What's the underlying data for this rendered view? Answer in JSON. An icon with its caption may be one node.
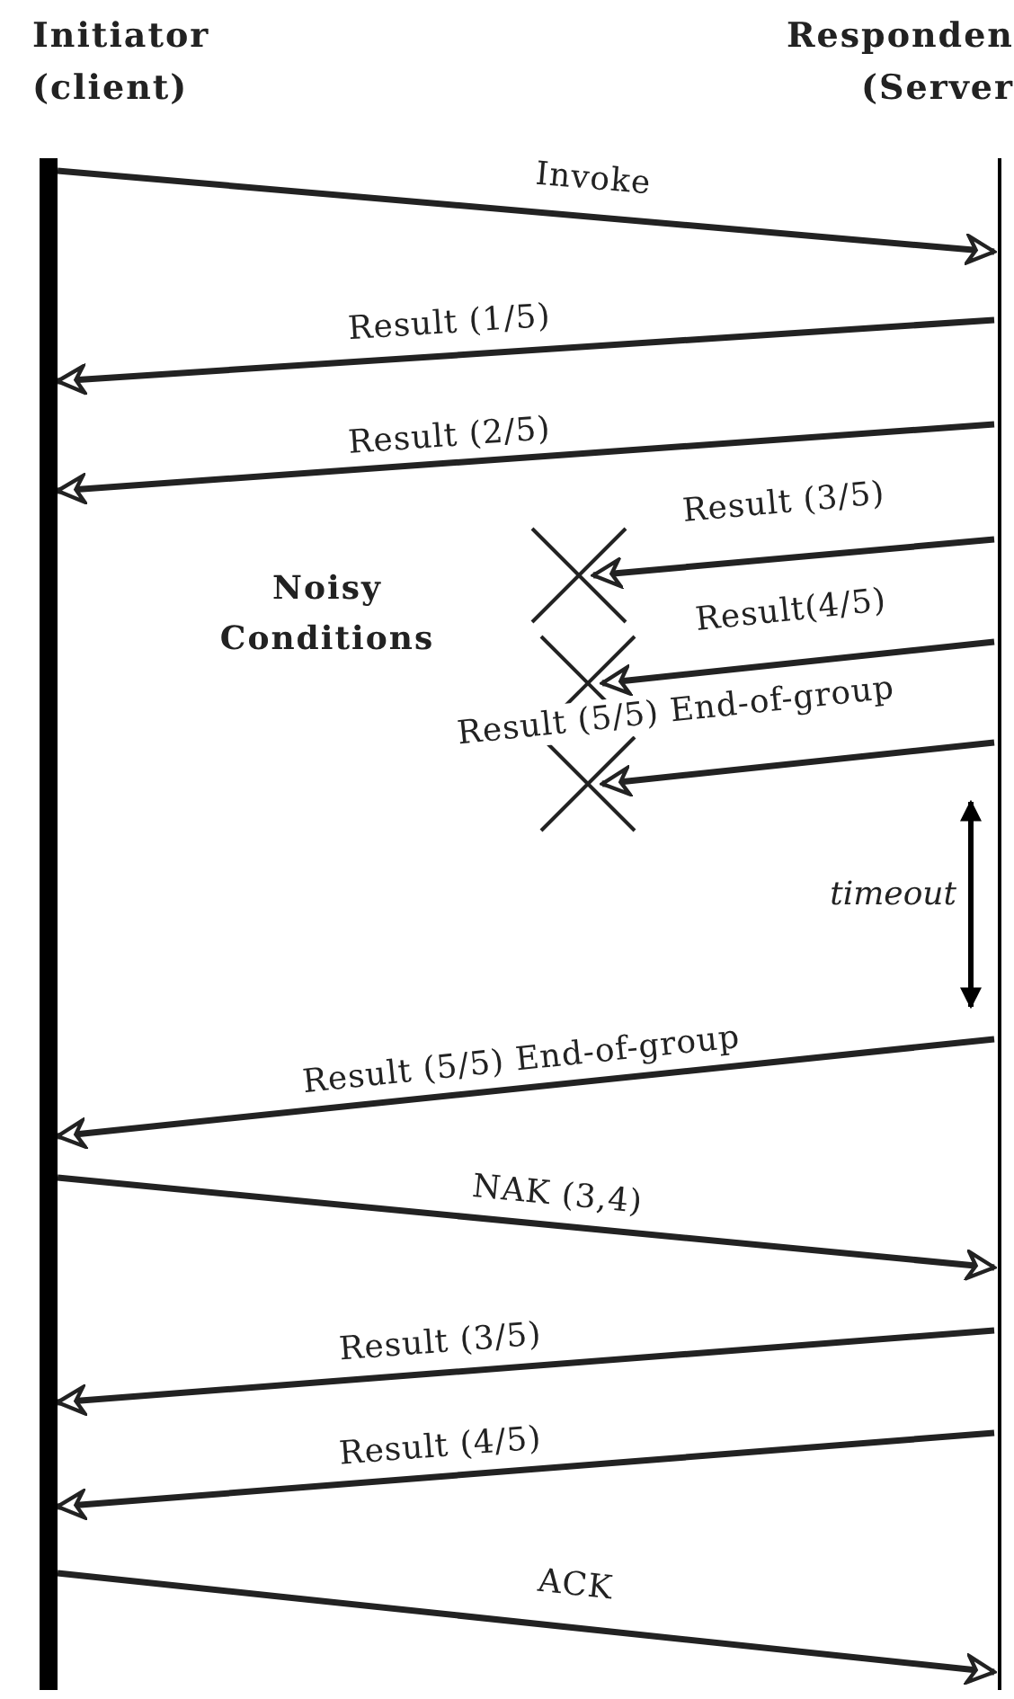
{
  "diagram": {
    "nodes": [
      {
        "text": [
          "Initiator (client)"
        ]
      },
      {
        "text": [
          "Responden (Server"
        ]
      }
    ],
    "edges": [
      {
        "from": 0,
        "to": 1,
        "arrow": "to",
        "label": "Invoke"
      },
      {
        "from": 1,
        "to": 0,
        "arrow": "to",
        "label": "Result (1/5)"
      },
      {
        "from": 1,
        "to": 0,
        "arrow": "to",
        "label": "Result (2/5)"
      },
      {
        "from": 1,
        "to": null,
        "arrow": "to",
        "label": "Result (3/5)"
      },
      {
        "from": 1,
        "to": null,
        "arrow": "to",
        "label": "Result(4/5)"
      },
      {
        "from": 1,
        "to": null,
        "arrow": "to",
        "label": "Result (5/5) End-of-group"
      },
      {
        "from": 1,
        "to": 0,
        "arrow": "to",
        "label": "Result (5/5) End-of-group"
      },
      {
        "from": 0,
        "to": 1,
        "arrow": "to",
        "label": "NAK (3,4)"
      },
      {
        "from": 1,
        "to": 0,
        "arrow": "to",
        "label": "Result (3/5)"
      },
      {
        "from": 1,
        "to": 0,
        "arrow": "to",
        "label": "Result (4/5)"
      },
      {
        "from": 0,
        "to": 1,
        "arrow": "to",
        "label": "ACK"
      }
    ],
    "labels": [
      "Noisy Conditions",
      "timeout"
    ]
  }
}
